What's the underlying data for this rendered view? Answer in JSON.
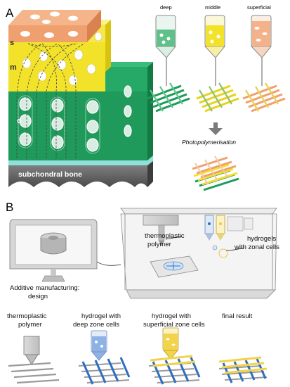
{
  "panel_a": {
    "panel_label": "A",
    "zone_labels": {
      "s": "s",
      "m": "m",
      "d": "d"
    },
    "bone_label": "subchondral bone",
    "syringes": [
      "deep",
      "middle",
      "superficial"
    ],
    "process_label": "Photopolymerisation",
    "colors": {
      "superficial": "#f0a06e",
      "middle": "#f2e22a",
      "deep": "#1f9a5a",
      "bone": "#5f5f5f",
      "cartilage_line": "#7fd6cf"
    }
  },
  "panel_b": {
    "panel_label": "B",
    "computer_caption": "Additive manufacturing:\ndesign",
    "printer_labels": {
      "thermoplastic": "thermoplastic\npolymer",
      "hydrogels": "hydrogels\nwith zonal cells"
    },
    "steps": [
      "thermoplastic\npolymer",
      "hydrogel with\ndeep zone cells",
      "hydrogel with\nsuperficial zone cells",
      "final result"
    ],
    "colors": {
      "blue": "#2f6fc0",
      "yellow": "#f3d34a",
      "grey": "#9a9a9a"
    }
  }
}
